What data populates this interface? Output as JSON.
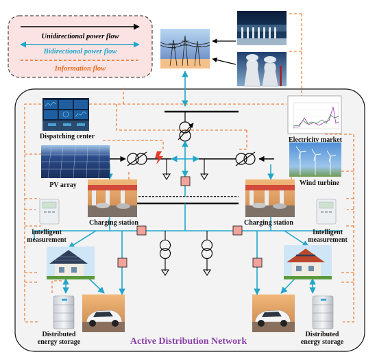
{
  "legend": {
    "unidirectional": "Unidirectional power flow",
    "bidirectional": "Bidirectional power flow",
    "information": "Information flow"
  },
  "labels": {
    "dispatching_center": "Dispatching center",
    "pv_array": "PV array",
    "charging_station_left": "Charging station",
    "charging_station_right": "Charging station",
    "intelligent_measurement_left": [
      "Intelligent",
      "measurement"
    ],
    "intelligent_measurement_right": [
      "Intelligent",
      "measurement"
    ],
    "electricity_market": "Electricity market",
    "wind_turbine": "Wind turbine",
    "distributed_storage_left": [
      "Distributed",
      "energy storage"
    ],
    "distributed_storage_right": [
      "Distributed",
      "energy storage"
    ],
    "network_title": "Active Distribution Network"
  },
  "colors": {
    "unidirectional": "#000000",
    "bidirectional": "#22a7c9",
    "information": "#ee6a1a",
    "legend_bg": "#fbe3e4",
    "network_bg": "#f3f3f3",
    "breaker": "#f2a49c",
    "title": "#8b3fa8"
  },
  "icons": [
    "transformer-icon",
    "breaker-icon",
    "load-arrow-icon",
    "lightning-fault-icon"
  ]
}
